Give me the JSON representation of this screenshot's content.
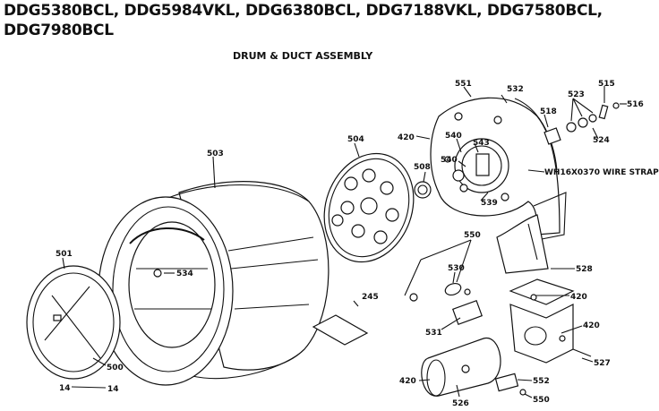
{
  "header": {
    "title_line1": "DDG5380BCL, DDG5984VKL, DDG6380BCL, DDG7188VKL, DDG7580BCL,",
    "title_line2": "DDG7980BCL",
    "subtitle": "DRUM & DUCT ASSEMBLY"
  },
  "callouts": {
    "p503": "503",
    "p504": "504",
    "p501": "501",
    "p534": "534",
    "p500": "500",
    "p14": "14",
    "p245": "245",
    "p508": "508",
    "p420a": "420",
    "p540": "540",
    "p551": "551",
    "p532": "532",
    "p543": "543",
    "p539": "539",
    "p523": "523",
    "p515": "515",
    "p516": "516",
    "p518": "518",
    "p524": "524",
    "strap": "WH16X0370 WIRE STRAP",
    "p528": "528",
    "p550a": "550",
    "p530": "530",
    "p531": "531",
    "p420b": "420",
    "p420c": "420",
    "p527": "527",
    "p420d": "420",
    "p526": "526",
    "p552": "552",
    "p550b": "550"
  }
}
